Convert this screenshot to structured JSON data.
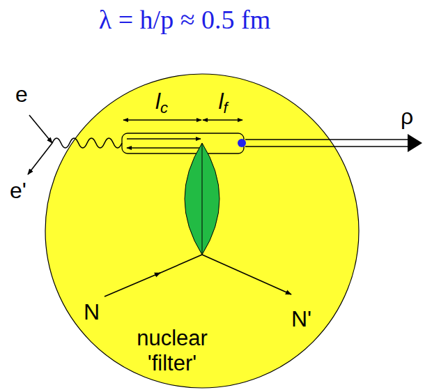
{
  "diagram": {
    "title": "λ = h/p ≈ 0.5 fm",
    "nodes": [
      {
        "text": [
          "nuclear 'filter'"
        ]
      }
    ],
    "labels": [
      "e",
      "e'",
      "lc",
      "lf",
      "ρ",
      "N",
      "N'"
    ]
  }
}
